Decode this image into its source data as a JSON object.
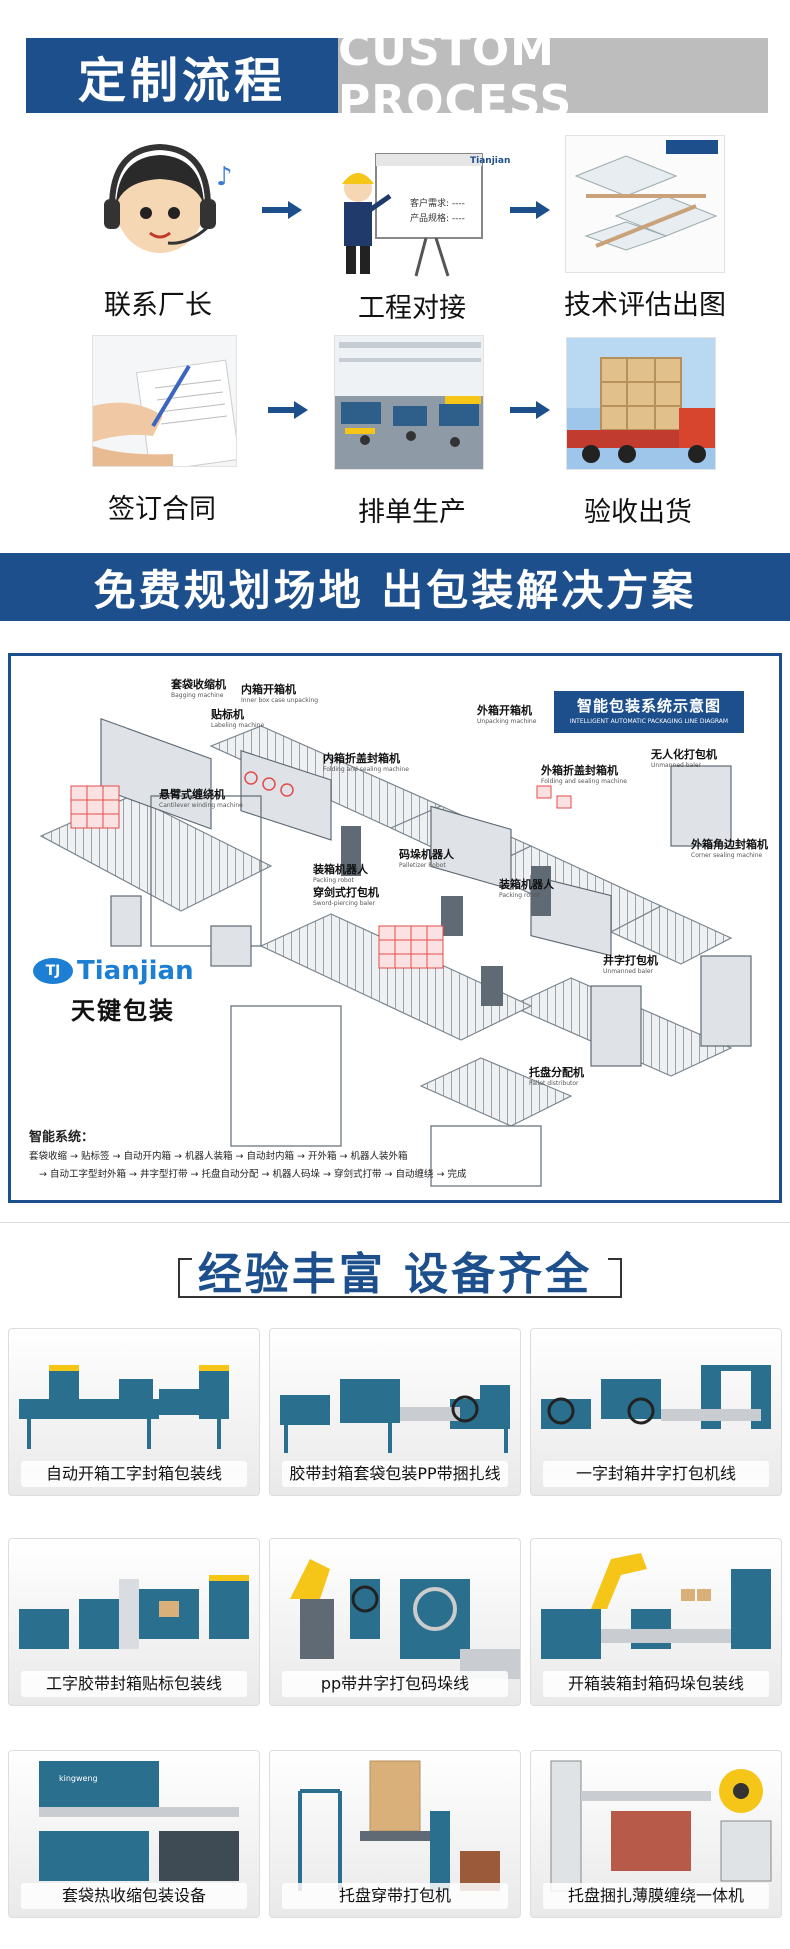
{
  "header": {
    "title_cn": "定制流程",
    "title_en": "CUSTOM PROCESS"
  },
  "process": {
    "steps": [
      {
        "label": "联系厂长",
        "icon": "customer-service-icon"
      },
      {
        "label": "工程对接",
        "icon": "engineer-presentation-icon"
      },
      {
        "label": "技术评估出图",
        "icon": "technical-drawing-icon"
      },
      {
        "label": "签订合同",
        "icon": "contract-signing-icon"
      },
      {
        "label": "排单生产",
        "icon": "production-workshop-icon"
      },
      {
        "label": "验收出货",
        "icon": "shipping-crate-icon"
      }
    ],
    "board_lines": [
      "客户需求: ----",
      "产品规格: ----"
    ],
    "board_brand": "Tianjian"
  },
  "banner": {
    "text": "免费规划场地 出包装解决方案"
  },
  "diagram": {
    "title_cn": "智能包装系统示意图",
    "title_en": "INTELLIGENT AUTOMATIC PACKAGING LINE DIAGRAM",
    "labels": [
      {
        "cn": "套袋收缩机",
        "en": "Bagging machine"
      },
      {
        "cn": "贴标机",
        "en": "Labeling machine"
      },
      {
        "cn": "内箱开箱机",
        "en": "Inner box case unpacking"
      },
      {
        "cn": "内箱折盖封箱机",
        "en": "Folding and sealing machine"
      },
      {
        "cn": "外箱开箱机",
        "en": "Unpacking machine"
      },
      {
        "cn": "外箱折盖封箱机",
        "en": "Folding and sealing machine"
      },
      {
        "cn": "无人化打包机",
        "en": "Unmanned baler"
      },
      {
        "cn": "悬臂式缠绕机",
        "en": "Cantilever winding machine"
      },
      {
        "cn": "装箱机器人",
        "en": "Packing robot"
      },
      {
        "cn": "码垛机器人",
        "en": "Palletizer Robot"
      },
      {
        "cn": "穿剑式打包机",
        "en": "Sword-piercing baler"
      },
      {
        "cn": "装箱机器人",
        "en": "Packing robot"
      },
      {
        "cn": "外箱角边封箱机",
        "en": "Corner sealing machine"
      },
      {
        "cn": "井字打包机",
        "en": "Unmanned baler"
      },
      {
        "cn": "托盘分配机",
        "en": "Pallet distributor"
      }
    ],
    "brand_en": "Tianjian",
    "brand_cn": "天键包装",
    "system_title": "智能系统：",
    "system_line1": "套袋收缩 → 贴标签 → 自动开内箱 → 机器人装箱 → 自动封内箱 → 开外箱 → 机器人装外箱",
    "system_line2": "→ 自动工字型封外箱 → 井字型打带 → 托盘自动分配 → 机器人码垛 → 穿剑式打带 → 自动缠绕 → 完成"
  },
  "experience": {
    "title": "经验丰富  设备齐全",
    "products": [
      "自动开箱工字封箱包装线",
      "胶带封箱套袋包装PP带捆扎线",
      "一字封箱井字打包机线",
      "工字胶带封箱贴标包装线",
      "pp带井字打包码垛线",
      "开箱装箱封箱码垛包装线",
      "套袋热收缩包装设备",
      "托盘穿带打包机",
      "托盘捆扎薄膜缠绕一体机"
    ]
  },
  "colors": {
    "brand_blue": "#1c4f8c",
    "header_gray": "#bdbdbd",
    "machine_teal": "#2b6f8e",
    "box_red": "#e34b4b"
  }
}
